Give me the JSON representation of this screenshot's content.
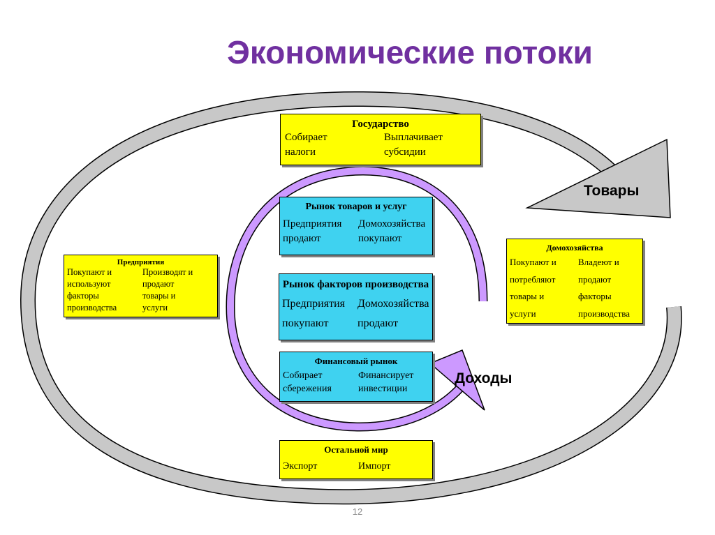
{
  "title": "Экономические потоки",
  "page_number": "12",
  "colors": {
    "title": "#7030a0",
    "yellow_box": "#ffff00",
    "cyan_box": "#3fd2f0",
    "outer_arrow": "#c8c8c8",
    "inner_arrow": "#cc99ff"
  },
  "arrows": {
    "outer_label": "Товары",
    "inner_label": "Доходы"
  },
  "government": {
    "heading": "Государство",
    "col1": [
      "Собирает",
      "налоги"
    ],
    "col2": [
      "Выплачивает",
      "субсидии"
    ]
  },
  "goods_market": {
    "heading": "Рынок товаров и услуг",
    "col1": [
      "Предприятия",
      "продают"
    ],
    "col2": [
      "Домохозяйства",
      "покупают"
    ]
  },
  "factor_market": {
    "heading": "Рынок факторов производства",
    "col1": [
      "Предприятия",
      "покупают"
    ],
    "col2": [
      "Домохозяйства",
      "продают"
    ]
  },
  "financial_market": {
    "heading": "Финансовый рынок",
    "col1": [
      "Собирает",
      "сбережения"
    ],
    "col2": [
      "Финансирует",
      "инвестиции"
    ]
  },
  "rest_of_world": {
    "heading": "Остальной мир",
    "col1": [
      "Экспорт"
    ],
    "col2": [
      "Импорт"
    ]
  },
  "firms": {
    "heading": "Предприятия",
    "col1": [
      "Покупают и",
      "используют",
      "факторы",
      "производства"
    ],
    "col2": [
      "Производят и",
      "продают",
      "товары и",
      "услуги"
    ]
  },
  "households": {
    "heading": "Домохозяйства",
    "col1": [
      "Покупают и",
      "потребляют",
      "товары и",
      "услуги"
    ],
    "col2": [
      "Владеют и",
      "продают",
      "факторы",
      "производства"
    ]
  }
}
